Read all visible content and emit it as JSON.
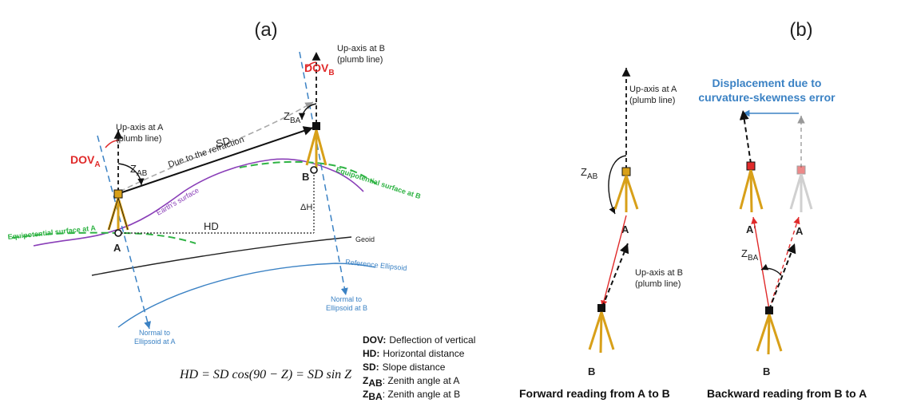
{
  "panels": {
    "a": "(a)",
    "b": "(b)"
  },
  "colors": {
    "red": "#e02a2a",
    "blue": "#3b82c4",
    "green": "#2fb344",
    "purple": "#8a3fb8",
    "tripod": "#d8a019",
    "black": "#111111",
    "gray": "#9a9a9a"
  },
  "panel_a": {
    "dov_a": {
      "main": "DOV",
      "sub": "A"
    },
    "dov_b": {
      "main": "DOV",
      "sub": "B"
    },
    "up_axis_a": [
      "Up-axis at A",
      "(plumb line)"
    ],
    "up_axis_b": [
      "Up-axis at B",
      "(plumb line)"
    ],
    "z_ab": {
      "main": "Z",
      "sub": "AB"
    },
    "z_ba": {
      "main": "Z",
      "sub": "BA"
    },
    "refraction": "Due to the refraction",
    "sd": "SD",
    "hd": "HD",
    "dh": "ΔH",
    "point_a": "A",
    "point_b": "B",
    "earth_surface": "Earth's surface",
    "equipotential_a": "Equipotential surface at A",
    "equipotential_b": "Equipotential surface at B",
    "geoid": "Geoid",
    "reference_ellipsoid": "Reference Ellipsoid",
    "normal_a": [
      "Normal to",
      "Ellipsoid at A"
    ],
    "normal_b": [
      "Normal to",
      "Ellipsoid at B"
    ],
    "formula": "HD = SD cos(90 − Z) = SD sin Z"
  },
  "legend": [
    {
      "key": "DOV:",
      "sub": "",
      "text": "Deflection of vertical"
    },
    {
      "key": "HD:",
      "sub": "",
      "text": "Horizontal distance"
    },
    {
      "key": "SD:",
      "sub": "",
      "text": "Slope distance"
    },
    {
      "key": "Z",
      "sub": "AB",
      "text": ": Zenith angle at A"
    },
    {
      "key": "Z",
      "sub": "BA",
      "text": ": Zenith angle at B"
    }
  ],
  "panel_b": {
    "up_axis_a": [
      "Up-axis at A",
      "(plumb line)"
    ],
    "up_axis_b": [
      "Up-axis at B",
      "(plumb line)"
    ],
    "z_ab": {
      "main": "Z",
      "sub": "AB"
    },
    "z_ba": {
      "main": "Z",
      "sub": "BA"
    },
    "point_a": "A",
    "point_b": "B",
    "point_a_prime": "A'",
    "point_a_ghost": "A",
    "displacement": [
      "Displacement due to",
      "curvature-skewness error"
    ],
    "forward_caption": "Forward reading from A to B",
    "backward_caption": "Backward reading from B to A"
  }
}
